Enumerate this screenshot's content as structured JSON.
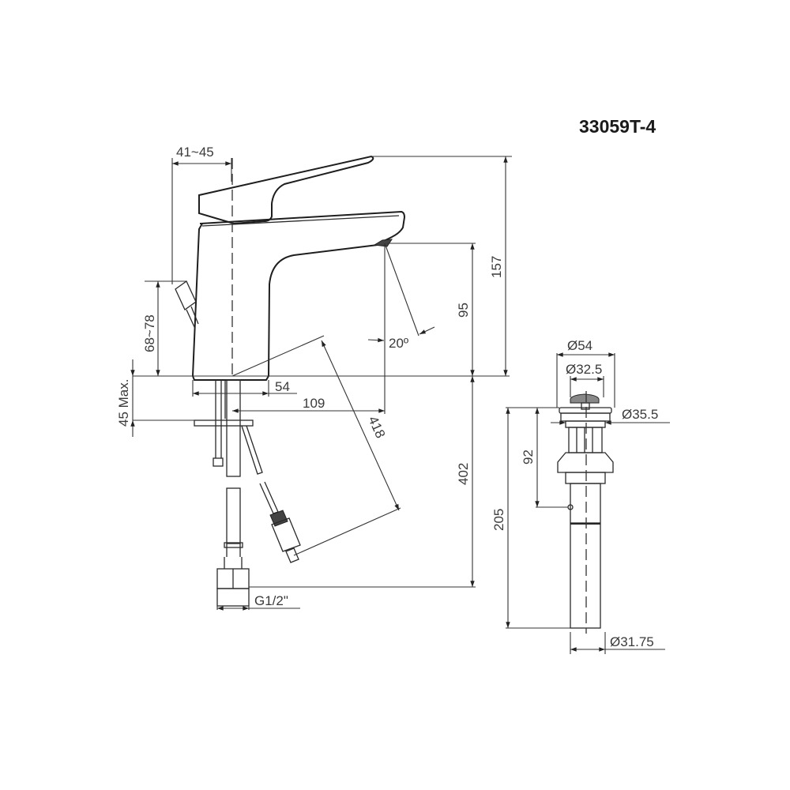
{
  "drawing": {
    "model_number": "33059T-4",
    "faucet_dimensions": {
      "lever_depth": "41~45",
      "total_height": "157",
      "spout_height": "95",
      "spout_angle": "20º",
      "lever_to_deck": "68~78",
      "deck_thickness": "45 Max.",
      "base_width": "54",
      "spout_reach": "109",
      "hose_length": "418",
      "supply_length": "402",
      "thread": "G1/2ʺ"
    },
    "drain_dimensions": {
      "outer_diameter": "Ø54",
      "plug_diameter": "Ø32.5",
      "flange_thread": "Ø35.5",
      "overflow_height": "92",
      "total_length": "205",
      "tail_diameter": "Ø31.75"
    }
  }
}
